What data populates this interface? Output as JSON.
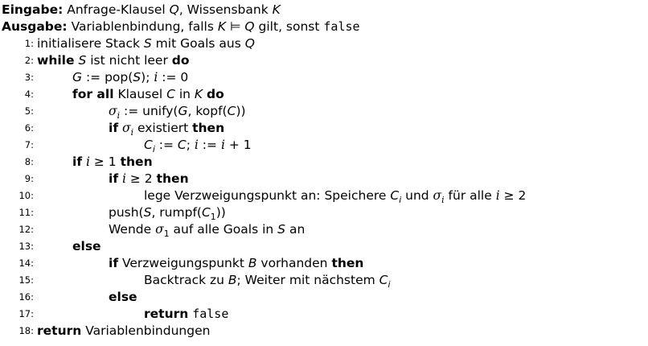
{
  "header": {
    "input_label": "Eingabe:",
    "input_text": "Anfrage-Klausel Q, Wissensbank K",
    "output_label": "Ausgabe:",
    "output_text": "Variablenbindung, falls K ⊨ Q gilt, sonst false"
  },
  "lines": [
    {
      "num": "1:",
      "text": "initialisere Stack S mit Goals aus Q"
    },
    {
      "num": "2:",
      "text": "while S ist nicht leer do"
    },
    {
      "num": "3:",
      "text": "G := pop(S); i := 0"
    },
    {
      "num": "4:",
      "text": "for all Klausel C in K do"
    },
    {
      "num": "5:",
      "text": "σᵢ := unify(G, kopf(C))"
    },
    {
      "num": "6:",
      "text": "if σᵢ existiert then"
    },
    {
      "num": "7:",
      "text": "Cᵢ := C; i := i + 1"
    },
    {
      "num": "8:",
      "text": "if i ≥ 1 then"
    },
    {
      "num": "9:",
      "text": "if i ≥ 2 then"
    },
    {
      "num": "10:",
      "text": "lege Verzweigungspunkt an: Speichere Cᵢ und σᵢ für alle i ≥ 2"
    },
    {
      "num": "11:",
      "text": "push(S, rumpf(C₁))"
    },
    {
      "num": "12:",
      "text": "Wende σ₁ auf alle Goals in S an"
    },
    {
      "num": "13:",
      "text": "else"
    },
    {
      "num": "14:",
      "text": "if Verzweigungspunkt B vorhanden then"
    },
    {
      "num": "15:",
      "text": "Backtrack zu B; Weiter mit nächstem Cᵢ"
    },
    {
      "num": "16:",
      "text": "else"
    },
    {
      "num": "17:",
      "text": "return false"
    },
    {
      "num": "18:",
      "text": "return Variablenbindungen"
    }
  ]
}
